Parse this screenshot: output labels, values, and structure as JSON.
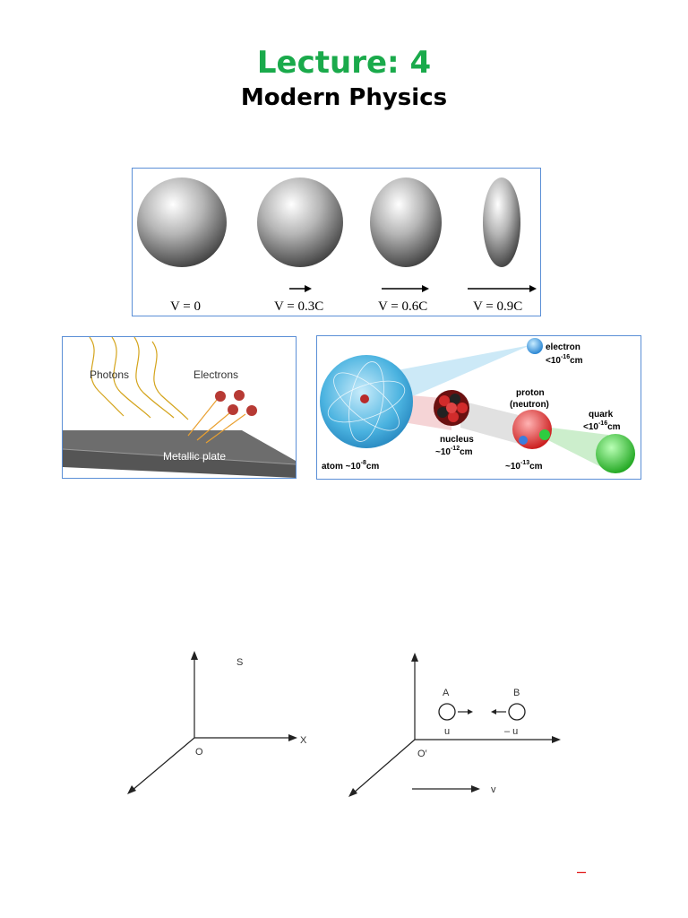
{
  "header": {
    "title": "Lecture: 4",
    "subtitle": "Modern Physics",
    "title_color": "#1aaa4b"
  },
  "contraction_figure": {
    "labels": [
      "V = 0",
      "V = 0.3C",
      "V = 0.6C",
      "V = 0.9C"
    ]
  },
  "photoelectric_figure": {
    "photons_label": "Photons",
    "electrons_label": "Electrons",
    "plate_label": "Metallic plate"
  },
  "atom_figure": {
    "electron_label": "electron",
    "electron_size": "<10",
    "electron_exp": "-16",
    "electron_unit": "cm",
    "proton_label": "proton",
    "neutron_label": "(neutron)",
    "quark_label": "quark",
    "quark_size": "<10",
    "quark_exp": "-16",
    "quark_unit": "cm",
    "nucleus_label": "nucleus",
    "nucleus_size": "~10",
    "nucleus_exp": "-12",
    "nucleus_unit": "cm",
    "proton_size": "~10",
    "proton_exp": "-13",
    "proton_unit": "cm",
    "atom_label": "atom ~10",
    "atom_exp": "-8",
    "atom_unit": "cm"
  },
  "frames_figure": {
    "frame_s_label": "S",
    "origin_s_label": "O",
    "x_axis_label": "X",
    "origin_sprime_label": "O′",
    "particle_a_label": "A",
    "particle_b_label": "B",
    "velocity_a_label": "u",
    "velocity_b_label": "– u",
    "frame_velocity_label": "v"
  },
  "footer": {
    "mark": "–",
    "mark_color": "#e01010"
  }
}
